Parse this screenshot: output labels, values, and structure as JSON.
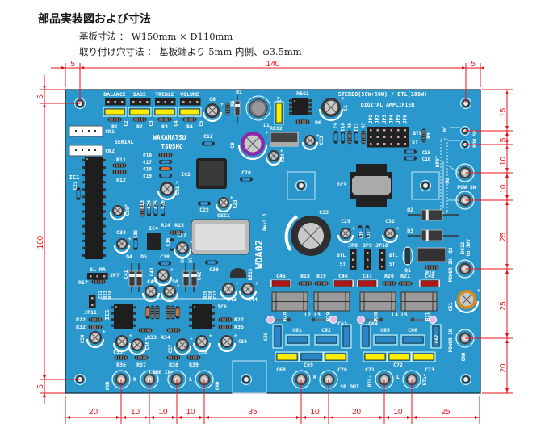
{
  "header": {
    "title": "部品実装図および寸法",
    "board_size": "基板寸法 ： W150mm × D110mm",
    "mount_holes": "取り付け穴寸法 ： 基板端より 5mm 内側、φ3.5mm"
  },
  "dimensions": {
    "top": [
      "5",
      "140",
      "5"
    ],
    "left": [
      "5",
      "100",
      "5"
    ],
    "right": [
      "15",
      "5",
      "10",
      "10",
      "25",
      "25",
      "20"
    ],
    "bottom": [
      "20",
      "10",
      "10",
      "10",
      "35",
      "10",
      "20",
      "10",
      "25"
    ]
  },
  "colors": {
    "board": "#2a98cc",
    "dimension": "#e8121b",
    "silk": "#ffffff"
  },
  "labels": {
    "BALANCE": "BALANCE",
    "BASS": "BASS",
    "TREBLE": "TREBLE",
    "VOLUME": "VOLUME",
    "R1": "R1",
    "R2": "R2",
    "R3": "R3",
    "R4": "R4",
    "C2": "C2",
    "C3": "C3",
    "C4": "C4",
    "C5": "C5",
    "C6": "C6",
    "R5": "R5",
    "D1": "D1",
    "C7": "C7",
    "REG1": "REG1",
    "C1": "C1",
    "STEREO": "STEREO(50W+50W) / BTL(100W)",
    "DIGITAL": "DIGITAL AMPLIFIER",
    "CN1": "CN1",
    "CN2": "CN2",
    "SERIAL": "SERIAL",
    "WAKAMATSU": "WAKAMATSU",
    "TSUSHO": "TSUSHO",
    "C12": "C12",
    "C8": "C8",
    "L1": "L1",
    "REG2": "REG2",
    "C14": "C14",
    "C13": "C13",
    "R6": "R6",
    "C9": "C9",
    "C10": "C10",
    "R8": "R8",
    "C11": "C11",
    "R7": "R7",
    "JP1": "JP1",
    "JP2": "JP2",
    "JP3": "JP3",
    "JP4": "JP4",
    "JP5": "JP5",
    "JP6": "JP6",
    "BTL1": "BTL",
    "ST1": "ST",
    "R9": "R9",
    "C15": "C15",
    "C16": "C16",
    "NC": "NC",
    "POWSW1": "POW SW",
    "DPDT": "DPDT",
    "NO": "NO",
    "POWSW2": "POW SW",
    "IC1": "IC1",
    "R11": "R11",
    "R12": "R12",
    "R10": "R10",
    "C17": "C17",
    "C18": "C18",
    "C19": "C19",
    "IC2": "IC2",
    "C20": "C20",
    "C21": "C21",
    "C22": "C22",
    "C23": "C23",
    "OSC1": "OSC1",
    "IC3": "IC3",
    "C27": "C27",
    "C28": "C28",
    "R13": "R13",
    "C24": "C24",
    "C25": "C25",
    "C26": "C26",
    "R14": "R14",
    "R15": "R15",
    "C34": "C34",
    "C35": "C35",
    "IC4": "IC4",
    "D4": "D4",
    "D5": "D5",
    "C36": "C36",
    "C37": "C37",
    "C38": "C38",
    "C39": "C39",
    "REG3": "REG3",
    "WDA02": "WDA02",
    "REV": "Rev1.1",
    "C41": "C41",
    "C40": "C40",
    "D6": "D6",
    "D7": "D7",
    "C42": "C42",
    "C49": "C49",
    "C50": "C50",
    "C43": "C43",
    "C44": "C44",
    "SLMA": "SL MA",
    "JP7": "JP7",
    "R17": "R17",
    "JP11": "JP11",
    "C52": "C52",
    "R23": "R23",
    "R24": "R24",
    "R25": "R25",
    "R26": "R26",
    "C53": "C53",
    "IC5": "IC5",
    "IC6": "IC6",
    "R22": "R22",
    "R32": "R32",
    "R27": "R27",
    "R35": "R35",
    "R33": "R33",
    "R34": "R34",
    "C54": "C54",
    "C55": "C55",
    "C56": "C56",
    "C57": "C57",
    "C58": "C58",
    "C59": "C59",
    "R36": "R36",
    "R37": "R37",
    "R38": "R38",
    "R39": "R39",
    "LINEIN": "LINE IN",
    "GND1": "GND",
    "RIN": "R",
    "LIN": "L",
    "GND2": "GND",
    "C33": "C33",
    "C29": "C29",
    "C30": "C30",
    "C31": "C31",
    "C32": "C32",
    "JP8": "JP8",
    "JP9": "JP9",
    "JP10": "JP10",
    "BTL2": "BTL",
    "ST2": "ST",
    "BTL3": "BTL",
    "ST3": "ST",
    "D2": "D2",
    "D3": "D3",
    "Q1": "Q1",
    "Q2": "Q2",
    "R16": "R16",
    "POWERIN1": "POWER IN",
    "DC12": "DC12",
    "TO30V": "to 30V",
    "C51": "C51",
    "POWERIN2": "POWER IN",
    "GND3": "GND",
    "C45": "C45",
    "R18": "R18",
    "R19": "R19",
    "C46": "C46",
    "C47": "C47",
    "R20": "R20",
    "R21": "R21",
    "C48": "C48",
    "L2": "L2",
    "L3": "L3",
    "L4": "L4",
    "L5": "L5",
    "R28": "R28",
    "R29": "R29",
    "R30": "R30",
    "R31": "R31",
    "C60": "C60",
    "C61": "C61",
    "C62": "C62",
    "C63": "C63",
    "C64": "C64",
    "C65": "C65",
    "C66": "C66",
    "C67": "C67",
    "C68": "C68",
    "C69": "C69",
    "C70": "C70",
    "C71": "C71",
    "C72": "C72",
    "C73": "C73",
    "SPOUT": "SP OUT",
    "ROUT": "R",
    "LOUT": "L",
    "BTLM": "BTL-",
    "BTLP": "BTL+"
  }
}
